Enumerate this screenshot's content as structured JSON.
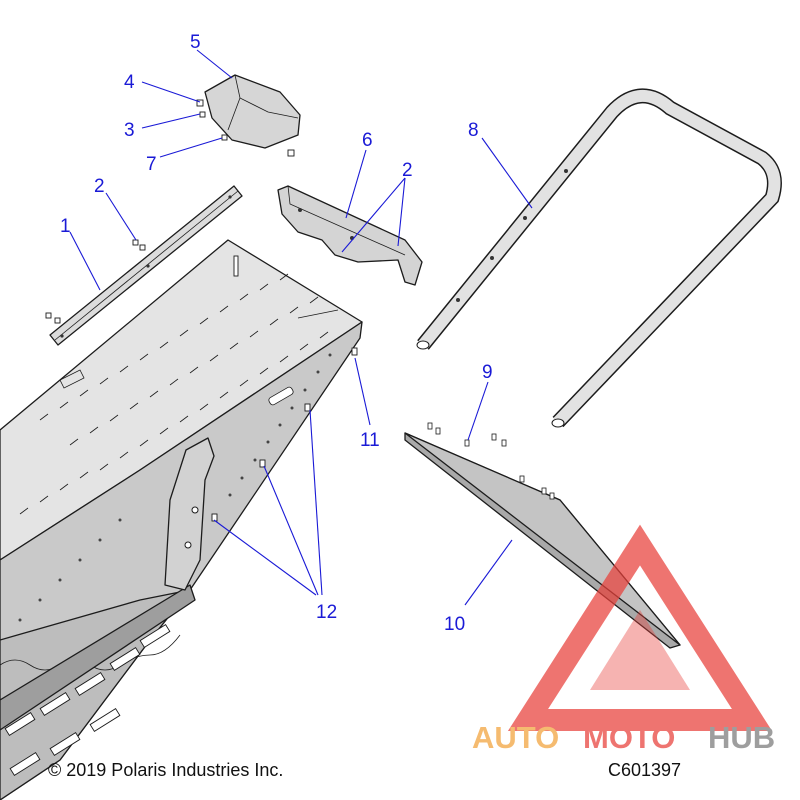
{
  "callouts": {
    "c1": "1",
    "c2a": "2",
    "c2b": "2",
    "c3": "3",
    "c4": "4",
    "c5": "5",
    "c6": "6",
    "c7": "7",
    "c8": "8",
    "c9": "9",
    "c10": "10",
    "c11": "11",
    "c12": "12"
  },
  "footer": {
    "copyright": "© 2019 Polaris Industries Inc.",
    "figure_code": "C601397"
  },
  "watermark": {
    "word_auto": "AUTO",
    "word_moto": "MOTO",
    "word_hub": "HUB",
    "color_red": "#e8403a",
    "color_orange": "#f2a23a",
    "color_gray": "#7a7a7a"
  },
  "colors": {
    "callout": "#1a1ad6",
    "part_fill": "#d9d9d9",
    "part_dark": "#b8b8b8",
    "outline": "#1c1c1c"
  }
}
